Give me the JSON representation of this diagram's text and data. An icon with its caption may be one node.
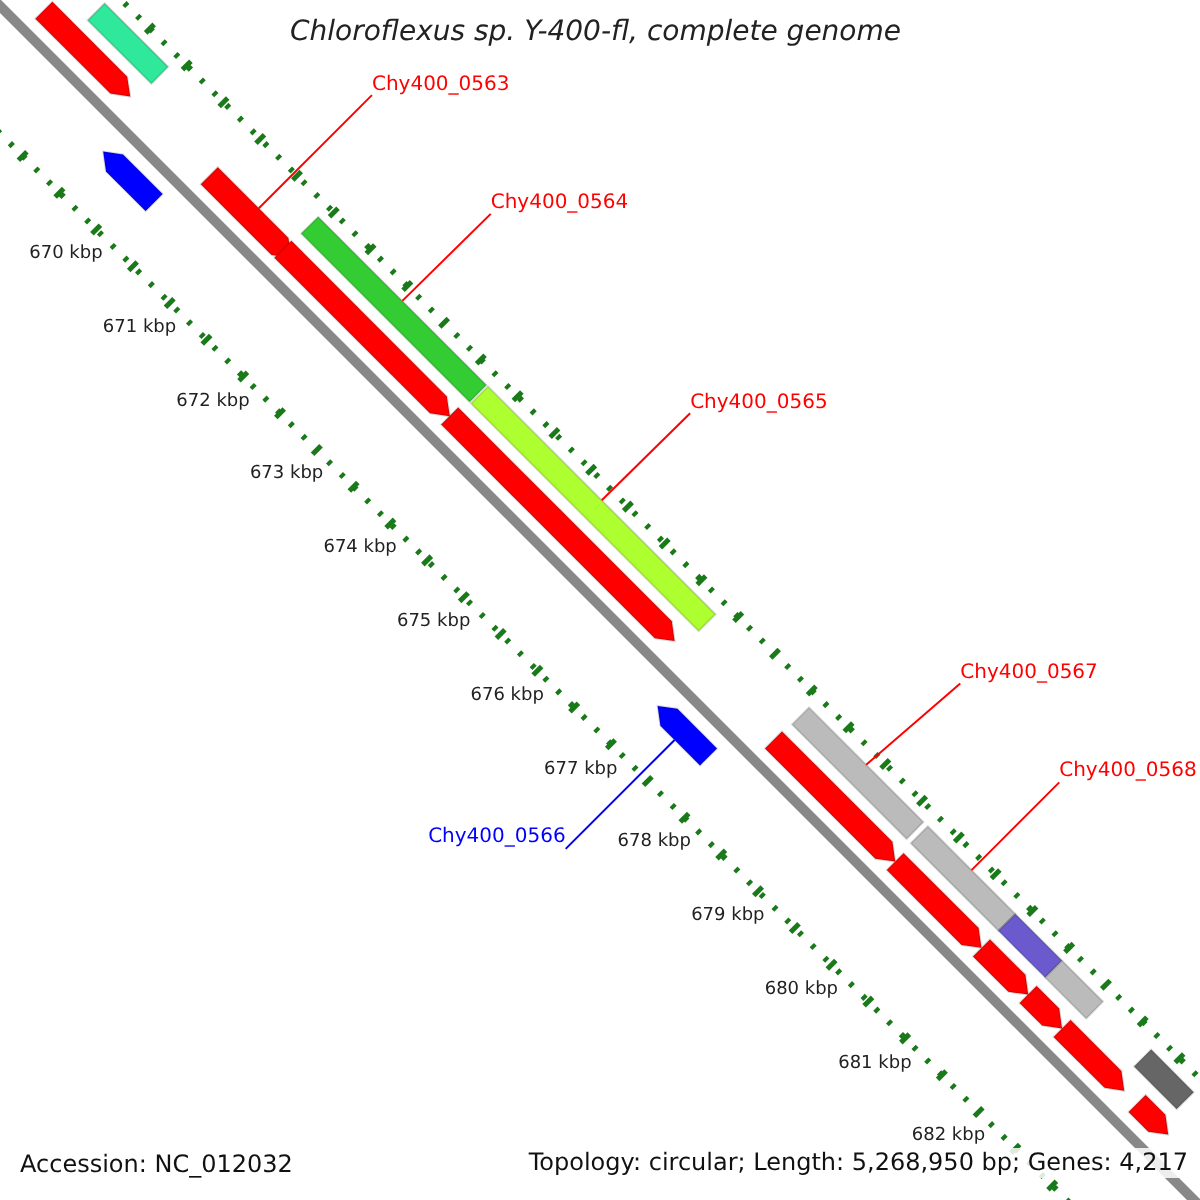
{
  "diagram": {
    "title": "Chloroflexus sp. Y-400-fl, complete genome",
    "nodes": [
      {
        "text": [
          "Chy400_0563"
        ]
      },
      {
        "text": [
          "Chy400_0564"
        ]
      },
      {
        "text": [
          "Chy400_0565"
        ]
      },
      {
        "text": [
          "Chy400_0567"
        ]
      },
      {
        "text": [
          "Chy400_0568"
        ]
      },
      {
        "text": [
          "Chy400_0566"
        ]
      },
      {
        "text": [],
        "shape": "bar"
      },
      {
        "text": [],
        "shape": "bar"
      },
      {
        "text": [],
        "shape": "bar"
      },
      {
        "text": [],
        "shape": "bar"
      },
      {
        "text": [],
        "shape": "bar"
      },
      {
        "text": [],
        "shape": "bar"
      },
      {
        "text": [],
        "shape": "bar"
      },
      {
        "text": [],
        "shape": "bar"
      },
      {
        "text": [],
        "shape": "bar"
      },
      {
        "text": [],
        "shape": "bar"
      },
      {
        "text": [],
        "shape": "bar"
      },
      {
        "text": [],
        "shape": "bar"
      },
      {
        "text": [],
        "shape": "bar"
      },
      {
        "text": [],
        "shape": "bar"
      },
      {
        "text": [],
        "shape": "bar"
      },
      {
        "text": [],
        "shape": "bar"
      },
      {
        "text": [],
        "shape": "bar"
      },
      {
        "text": [],
        "shape": "bar"
      },
      {
        "text": [],
        "shape": "bar"
      },
      {
        "text": [],
        "shape": "bar"
      }
    ],
    "edges": [
      {
        "from": 0,
        "to": 9,
        "arrow": "none"
      },
      {
        "from": 1,
        "to": 11,
        "arrow": "none"
      },
      {
        "from": 2,
        "to": 13,
        "arrow": "none"
      },
      {
        "from": 3,
        "to": 16,
        "arrow": "none"
      },
      {
        "from": 4,
        "to": 17,
        "arrow": "none"
      },
      {
        "from": 5,
        "to": 14,
        "arrow": "none",
        "color": "#0000ff"
      }
    ],
    "labels": [
      "670 kbp",
      "671 kbp",
      "672 kbp",
      "673 kbp",
      "674 kbp",
      "675 kbp",
      "676 kbp",
      "677 kbp",
      "678 kbp",
      "679 kbp",
      "680 kbp",
      "681 kbp",
      "682 kbp",
      "Accession: NC_012032",
      "Topology: circular; Length: 5,268,950 bp; Genes: 4,217"
    ]
  }
}
